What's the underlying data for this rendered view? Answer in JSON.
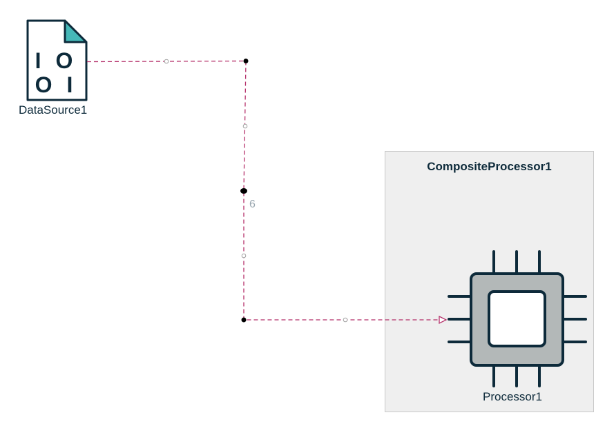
{
  "nodes": {
    "data_source": {
      "label": "DataSource1",
      "icon": "data-file-icon",
      "glyph_rows": [
        "I O",
        "O I"
      ]
    },
    "composite": {
      "title": "CompositeProcessor1"
    },
    "processor": {
      "label": "Processor1",
      "icon": "cpu-chip-icon"
    }
  },
  "edge": {
    "label": "6",
    "style": "dashed"
  },
  "colors": {
    "edge": "#b5306a",
    "icon_dark": "#0d2a3a",
    "icon_teal": "#45b8b8",
    "chip_fill": "#b3b8b8",
    "container_fill": "#efefef",
    "container_border": "#c8c8c8"
  }
}
